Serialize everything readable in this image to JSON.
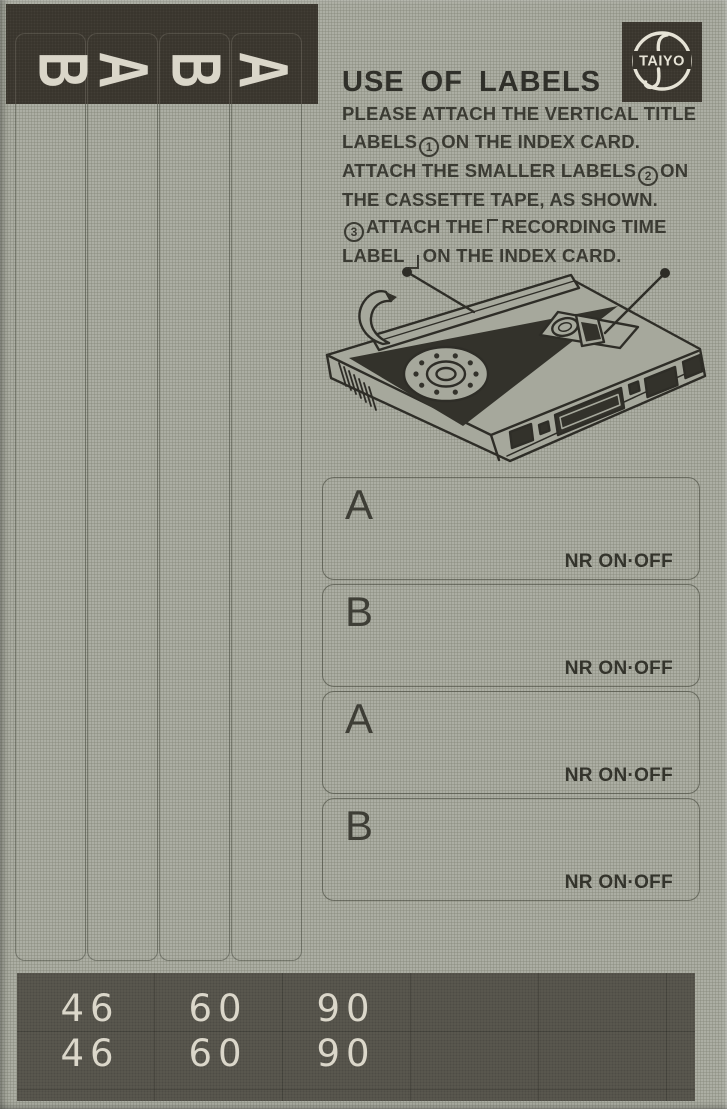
{
  "palette": {
    "paper": "#a6a89c",
    "panel_dark": "#37332b",
    "panel_gray": "#5b5950",
    "ink": "#3b3b33",
    "light_text": "#dad6c9"
  },
  "header": {
    "title": "USE OF LABELS"
  },
  "logo": {
    "brand": "TAIYO"
  },
  "side_tabs": {
    "letters": [
      "B",
      "A",
      "B",
      "A"
    ]
  },
  "instructions": {
    "lines": [
      [
        {
          "t": "PLEASE ATTACH THE VERTICAL TITLE"
        }
      ],
      [
        {
          "t": "LABELS"
        },
        {
          "c": "1"
        },
        {
          "t": "ON THE INDEX CARD."
        }
      ],
      [
        {
          "t": "ATTACH THE SMALLER LABELS"
        },
        {
          "c": "2"
        },
        {
          "t": "ON"
        }
      ],
      [
        {
          "t": "THE CASSETTE TAPE, AS SHOWN."
        }
      ],
      [
        {
          "c": "3"
        },
        {
          "t": "ATTACH THE"
        },
        {
          "b": "open"
        },
        {
          "t": "RECORDING TIME"
        }
      ],
      [
        {
          "t": "LABEL"
        },
        {
          "b": "close"
        },
        {
          "t": "ON THE INDEX CARD."
        }
      ]
    ]
  },
  "label_boxes": [
    {
      "letter": "A",
      "note": "NR ON·OFF"
    },
    {
      "letter": "B",
      "note": "NR ON·OFF"
    },
    {
      "letter": "A",
      "note": "NR ON·OFF"
    },
    {
      "letter": "B",
      "note": "NR ON·OFF"
    }
  ],
  "recording_time": {
    "rows": [
      [
        "46",
        "60",
        "90"
      ],
      [
        "46",
        "60",
        "90"
      ]
    ]
  }
}
